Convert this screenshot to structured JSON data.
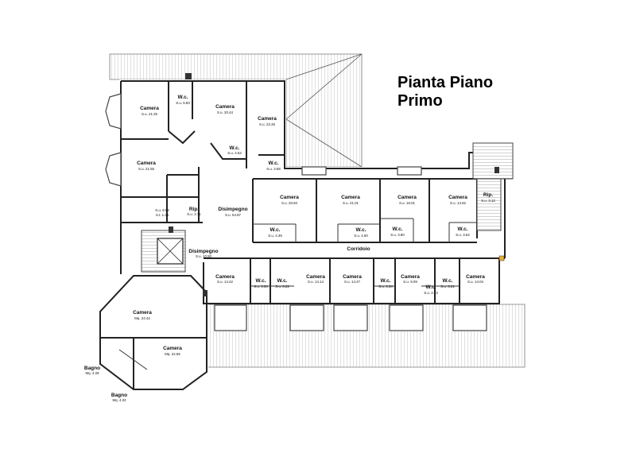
{
  "title": {
    "line1": "Pianta Piano",
    "line2": "Primo"
  },
  "rooms": [
    {
      "name": "Camera",
      "area": "S.u. 21.25"
    },
    {
      "name": "W.c.",
      "area": "S.u. 6.83"
    },
    {
      "name": "Camera",
      "area": "S.u. 20.44"
    },
    {
      "name": "Camera",
      "area": "S.u. 22.25"
    },
    {
      "name": "W.c.",
      "area": "S.u. 4.52"
    },
    {
      "name": "W.c.",
      "area": "S.u. 3.68"
    },
    {
      "name": "Camera",
      "area": "S.u. 21.55"
    },
    {
      "name": "Disimpegno",
      "area": "S.u. 54.87"
    },
    {
      "name": "",
      "area": "S.u. 6.92"
    },
    {
      "name": "",
      "area": "S.t. 1.35"
    },
    {
      "name": "Rip.",
      "area": "S.u. 2.71"
    },
    {
      "name": "Camera",
      "area": "S.u. 20.84"
    },
    {
      "name": "Camera",
      "area": "S.u. 21.01"
    },
    {
      "name": "Camera",
      "area": "S.u. 16.01"
    },
    {
      "name": "Camera",
      "area": "S.u. 14.62"
    },
    {
      "name": "Rip.",
      "area": "S.u. 3.12"
    },
    {
      "name": "W.c.",
      "area": "S.u. 4.35"
    },
    {
      "name": "W.c.",
      "area": "S.u. 4.60"
    },
    {
      "name": "W.c.",
      "area": "S.u. 3.80"
    },
    {
      "name": "W.c.",
      "area": "S.u. 3.62"
    },
    {
      "name": "Disimpegno",
      "area": "S.u. 10.50"
    },
    {
      "name": "Corridoio",
      "area": ""
    },
    {
      "name": "Camera",
      "area": "S.u. 14.42"
    },
    {
      "name": "W.c.",
      "area": "S.u. 3.34"
    },
    {
      "name": "W.c.",
      "area": "S.u. 3.22"
    },
    {
      "name": "Camera",
      "area": "S.u. 14.14"
    },
    {
      "name": "Camera",
      "area": "S.u. 14.27"
    },
    {
      "name": "W.c.",
      "area": "S.u. 3.34"
    },
    {
      "name": "Camera",
      "area": "S.u. 9.09"
    },
    {
      "name": "W.c.",
      "area": "S.u. 2.73"
    },
    {
      "name": "W.c.",
      "area": "S.u. 3.21"
    },
    {
      "name": "Camera",
      "area": "S.u. 14.04"
    },
    {
      "name": "Camera",
      "area": "Mq. 24.42"
    },
    {
      "name": "Camera",
      "area": "Mq. 24.55"
    },
    {
      "name": "Bagno",
      "area": "Mq. 4.28"
    },
    {
      "name": "Bagno",
      "area": "Mq. 4.32"
    }
  ]
}
